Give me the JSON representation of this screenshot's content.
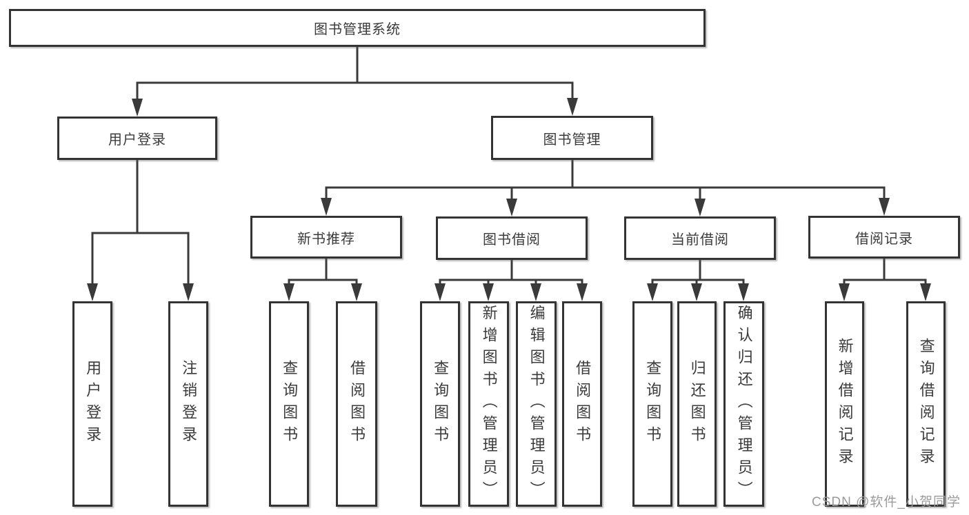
{
  "title": "图书管理系统",
  "watermark": "CSDN @软件_小贺同学",
  "colors": {
    "line": "#3a3a3a",
    "box_border": "#333333",
    "text": "#3b3b3b",
    "watermark": "#9b9b9b",
    "background": "#ffffff"
  },
  "tree": {
    "root": {
      "label": "图书管理系统"
    },
    "branches": [
      {
        "label": "用户登录",
        "children": [
          {
            "label": "用户登录"
          },
          {
            "label": "注销登录"
          }
        ]
      },
      {
        "label": "图书管理",
        "children": [
          {
            "label": "新书推荐",
            "children": [
              {
                "label": "查询图书"
              },
              {
                "label": "借阅图书"
              }
            ]
          },
          {
            "label": "图书借阅",
            "children": [
              {
                "label": "查询图书"
              },
              {
                "label": "新增图书（管理员）"
              },
              {
                "label": "编辑图书（管理员）"
              },
              {
                "label": "借阅图书"
              }
            ]
          },
          {
            "label": "当前借阅",
            "children": [
              {
                "label": "查询图书"
              },
              {
                "label": "归还图书"
              },
              {
                "label": "确认归还（管理员）"
              }
            ]
          },
          {
            "label": "借阅记录",
            "children": [
              {
                "label": "新增借阅记录"
              },
              {
                "label": "查询借阅记录"
              }
            ]
          }
        ]
      }
    ]
  }
}
